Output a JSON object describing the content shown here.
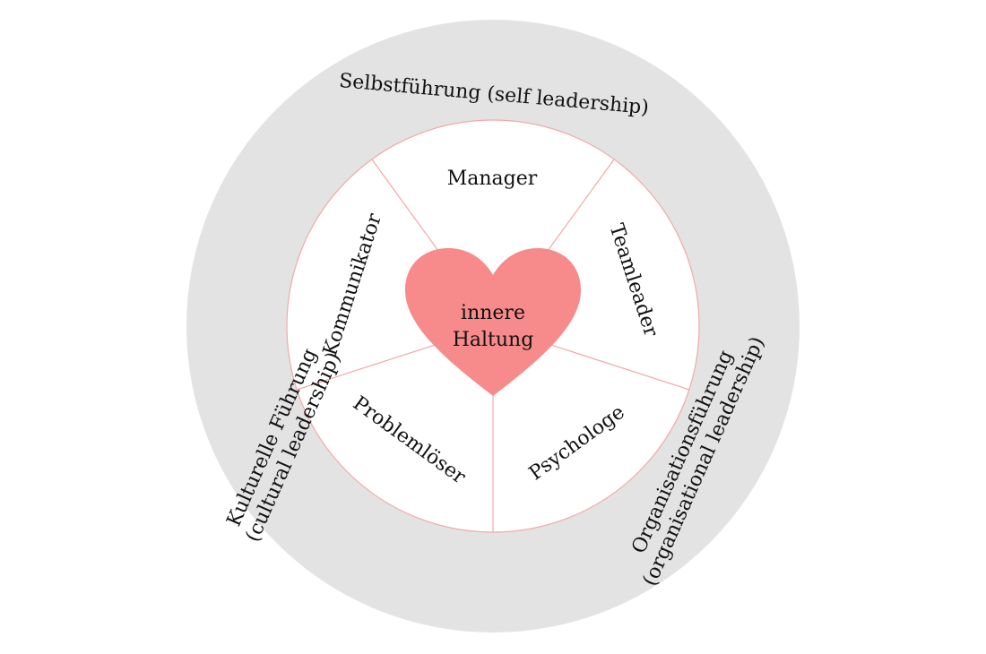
{
  "diagram": {
    "core": {
      "line1": "innere",
      "line2": "Haltung"
    },
    "roles": {
      "manager": "Manager",
      "teamleader": "Teamleader",
      "psychologe": "Psychologe",
      "problemloeser": "Problemlöser",
      "kommunikator": "Kommunikator"
    },
    "leadership": {
      "self": "Selbstführung (self leadership)",
      "cultural_line1": "Kulturelle Führung",
      "cultural_line2": "(cultural leadership)",
      "org_line1": "Organisationsführung",
      "org_line2": "(organisational leadership)"
    },
    "colors": {
      "outer_ring": "#e3e3e3",
      "inner_disc": "#ffffff",
      "divider": "#f2a8a8",
      "heart": "#f78b8b",
      "text": "#111111"
    }
  }
}
